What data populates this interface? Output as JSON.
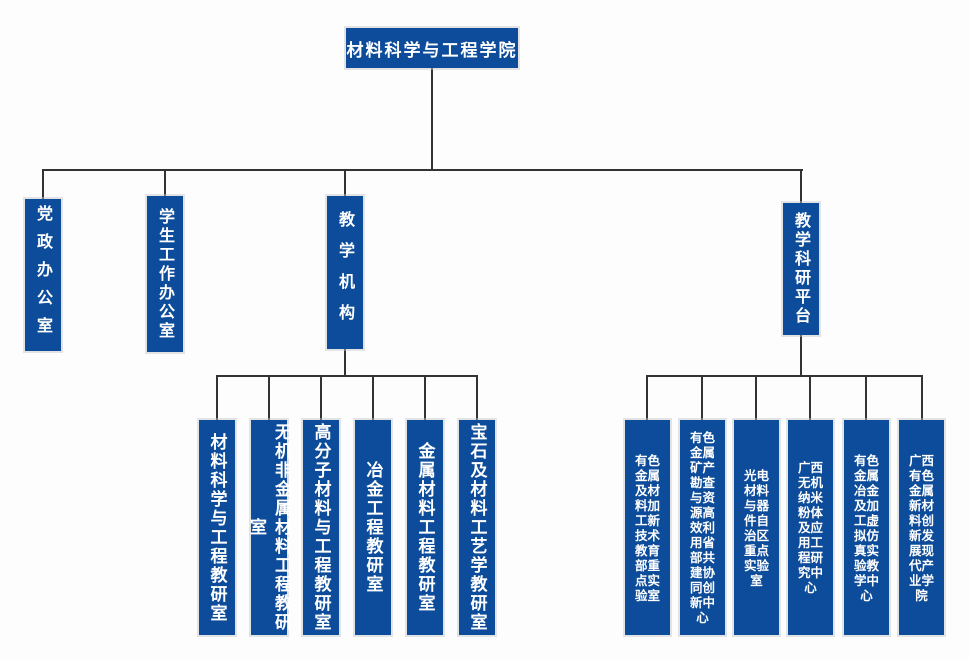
{
  "chart_data": {
    "type": "org-chart",
    "title": "材料科学与工程学院",
    "root": {
      "label": "材料科学与工程学院"
    },
    "level2": [
      {
        "label": "党政办公室",
        "children": []
      },
      {
        "label": "学生工作办公室",
        "children": []
      },
      {
        "label": "教学机构",
        "children": [
          "材料科学与工程教研室",
          "无机非金属材料工程教研室",
          "高分子材料与工程教研室",
          "冶金工程教研室",
          "金属材料工程教研室",
          "宝石及材料工艺学教研室"
        ]
      },
      {
        "label": "教学科研平台",
        "children": [
          "有色金属及材料加工新技术教育部重点实验室",
          "有色金属矿产勘查与资源高效利用省部共建协同创新中心",
          "光电材料与器件自治区重点实验室",
          "广西无机纳米粉体及应用工程研究中心",
          "有色金属冶金及加工虚拟仿真实验教学中心",
          "广西有色金属新材料创新发展现代产业学院"
        ]
      }
    ],
    "colors": {
      "node_fill": "#0d4c9a",
      "node_text": "#ffffff",
      "connector": "#333333",
      "node_halo": "#c8cdd2"
    }
  },
  "root": {
    "label": "材料科学与工程学院"
  },
  "level2": [
    {
      "label": "党政办公室"
    },
    {
      "label": "学生工作办公室"
    },
    {
      "label": "教学机构"
    },
    {
      "label": "教学科研平台"
    }
  ],
  "teaching_units": [
    {
      "label": "材料科学与工程教研室"
    },
    {
      "label": "无机非金属材料工程教研室"
    },
    {
      "label": "高分子材料与工程教研室"
    },
    {
      "label": "冶金工程教研室"
    },
    {
      "label": "金属材料工程教研室"
    },
    {
      "label": "宝石及材料工艺学教研室"
    }
  ],
  "platform_units": [
    {
      "label": "有色金属及材料加工新技术教育部重点实验室"
    },
    {
      "label": "有色金属矿产勘查与资源高效利用省部共建协同创新中心"
    },
    {
      "label": "光电材料与器件自治区重点实验室"
    },
    {
      "label": "广西无机纳米粉体及应用工程研究中心"
    },
    {
      "label": "有色金属冶金及加工虚拟仿真实验教学中心"
    },
    {
      "label": "广西有色金属新材料创新发展现代产业学院"
    }
  ]
}
